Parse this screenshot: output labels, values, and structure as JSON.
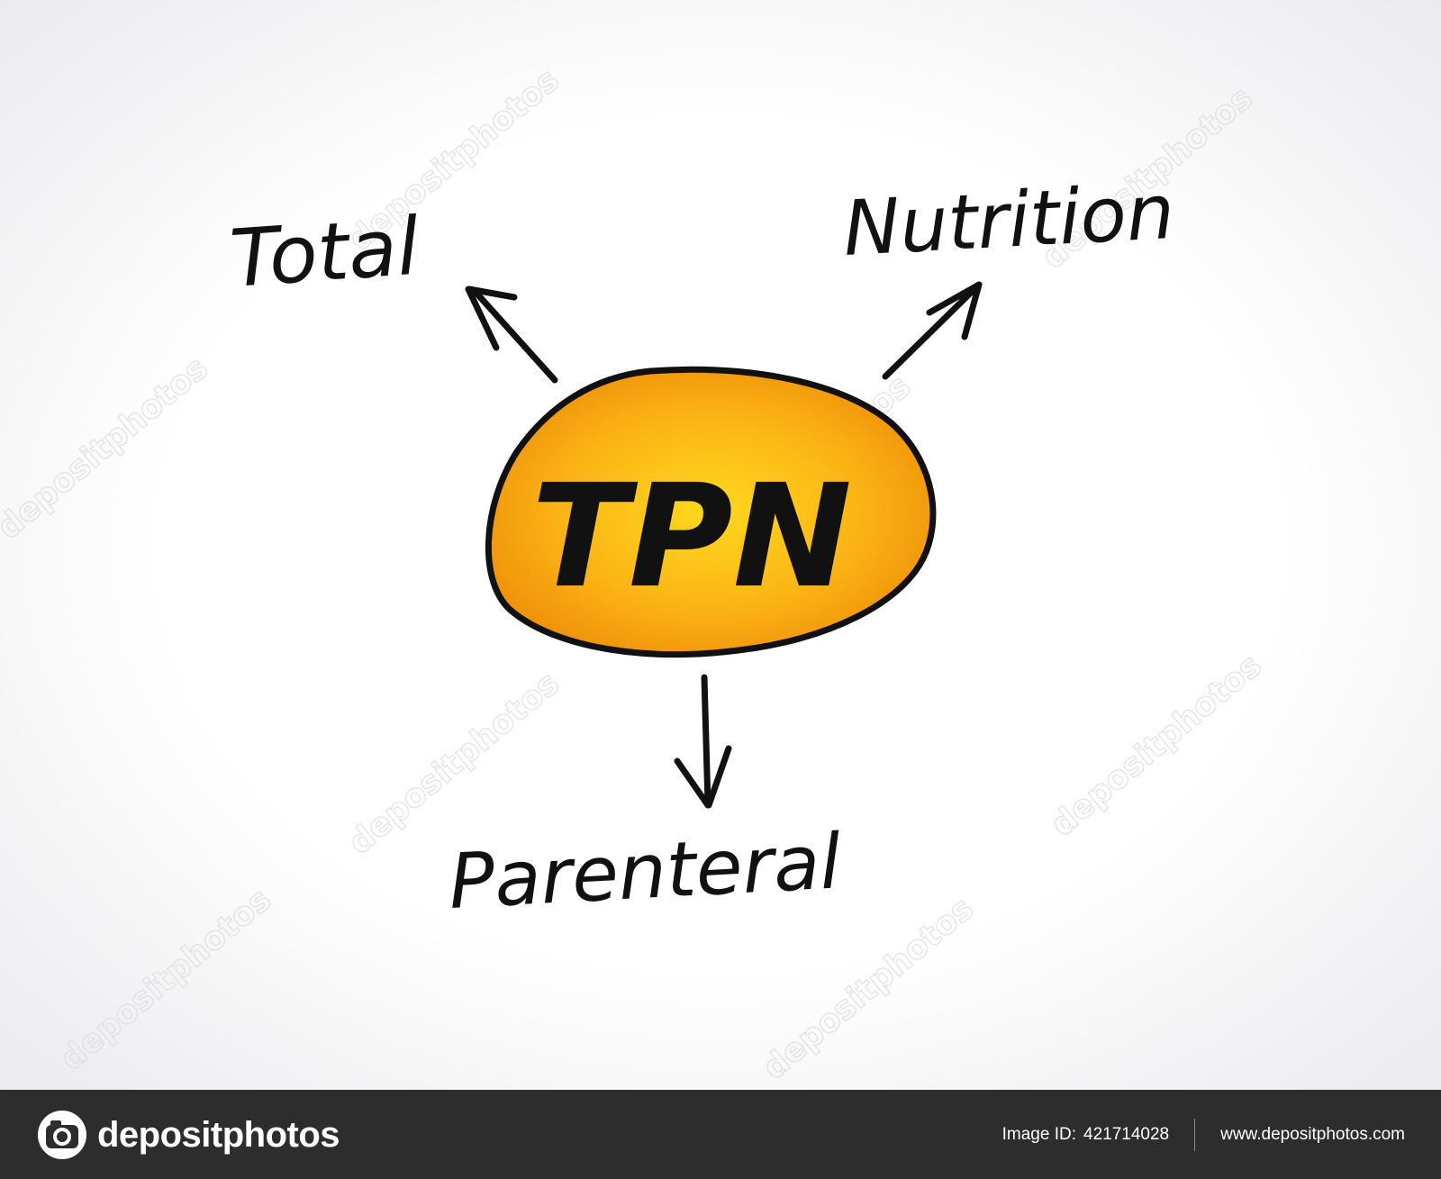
{
  "diagram": {
    "center": {
      "label": "TPN"
    },
    "nodes": [
      {
        "id": "total",
        "label": "Total"
      },
      {
        "id": "nutrition",
        "label": "Nutrition"
      },
      {
        "id": "parenteral",
        "label": "Parenteral"
      }
    ],
    "colors": {
      "ellipse_fill_center": "#ffd21a",
      "ellipse_fill_edge": "#f39a0d",
      "ink": "#111111"
    }
  },
  "watermark": {
    "text": "depositphotos"
  },
  "footer": {
    "brand": "depositphotos",
    "image_id_label": "Image ID:",
    "image_id": "421714028",
    "website": "www.depositphotos.com",
    "logo_icon": "camera-aperture-icon",
    "background": "#2d2d2d"
  }
}
